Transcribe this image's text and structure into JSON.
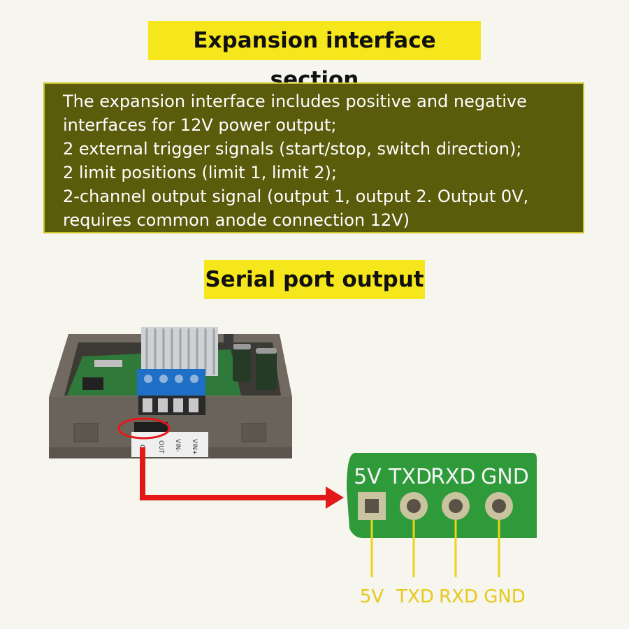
{
  "section1": {
    "title": "Expansion interface section",
    "lines": [
      "The expansion interface includes positive and negative",
      "interfaces for 12V power output;",
      "2 external trigger signals (start/stop, switch direction);",
      "2 limit positions (limit 1, limit 2);",
      "2-channel output signal (output 1, output 2. Output 0V,",
      "requires common anode connection 12V)"
    ]
  },
  "section2": {
    "title": "Serial port output"
  },
  "board_silkscreen": [
    "O",
    "OUT",
    "VIN-",
    "VIN+"
  ],
  "pcb_header_labels": [
    "5V",
    "TXD",
    "RXD",
    "GND"
  ],
  "pin_labels": [
    "5V",
    "TXD",
    "RXD",
    "GND"
  ],
  "colors": {
    "banner": "#f6e71c",
    "box": "#5a5b0b",
    "arrow": "#e31919",
    "pcb": "#2e9a3a",
    "pin_line": "#f0d21a"
  }
}
